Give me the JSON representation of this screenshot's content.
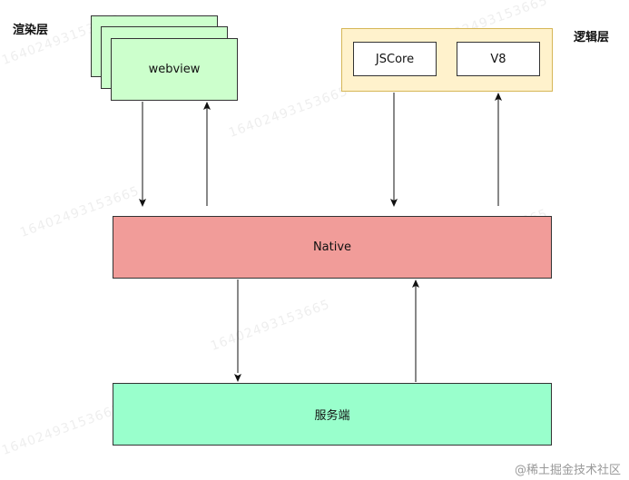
{
  "rendering_layer": {
    "label": "渲染层",
    "webview_label": "webview"
  },
  "logic_layer": {
    "label": "逻辑层",
    "engines": [
      "JSCore",
      "V8"
    ]
  },
  "native": {
    "label": "Native"
  },
  "server": {
    "label": "服务端"
  },
  "watermark_text": "16402493153665",
  "credit": "@稀土掘金技术社区",
  "colors": {
    "rendering": "#ccffcc",
    "logic_fill": "#fff2cc",
    "logic_border": "#d6b656",
    "native": "#f19c99",
    "server": "#99ffcc",
    "stroke": "#333333"
  }
}
